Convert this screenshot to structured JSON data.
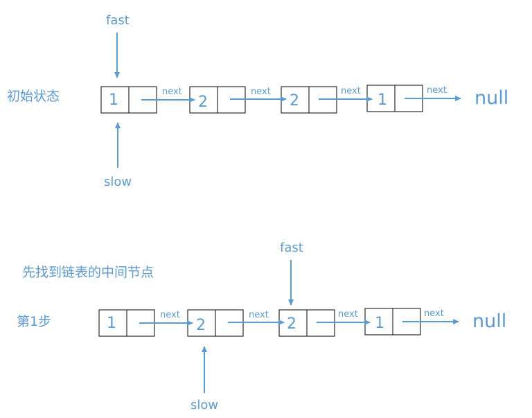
{
  "colors": {
    "accent": "#5b9bd5",
    "box": "#000000"
  },
  "diagram": {
    "state1": {
      "label": "初始状态",
      "fast": "fast",
      "slow": "slow",
      "values": [
        "1",
        "2",
        "2",
        "1"
      ],
      "next": "next",
      "null": "null"
    },
    "state2": {
      "heading": "先找到链表的中间节点",
      "label": "第1步",
      "fast": "fast",
      "slow": "slow",
      "values": [
        "1",
        "2",
        "2",
        "1"
      ],
      "next": "next",
      "null": "null"
    }
  }
}
